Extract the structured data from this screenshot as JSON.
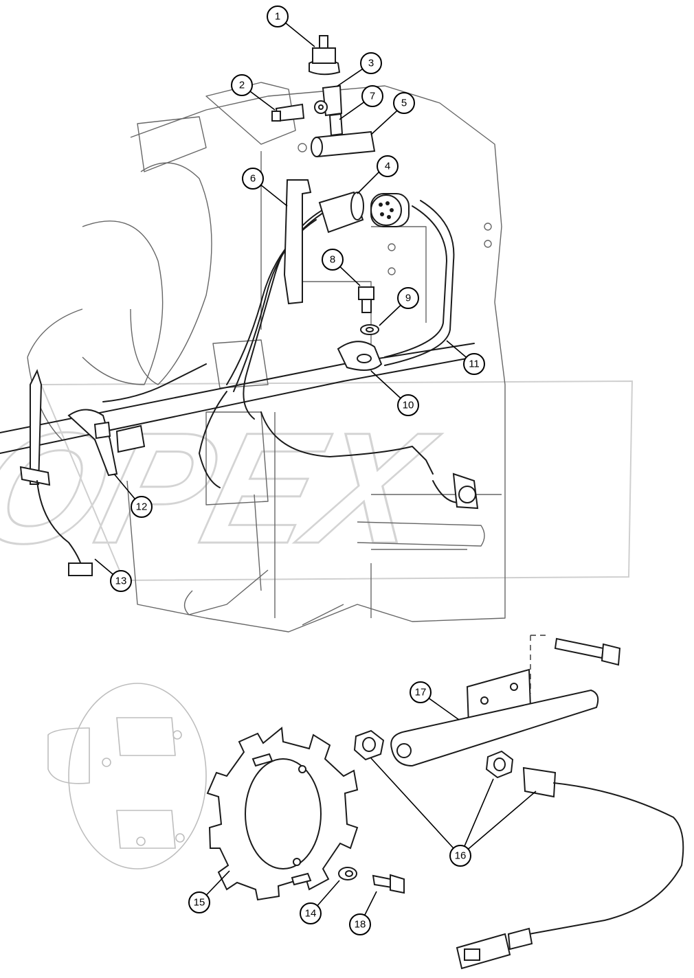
{
  "watermark": {
    "text": "OPEX"
  },
  "callouts": [
    {
      "id": "c1",
      "label": "1"
    },
    {
      "id": "c2",
      "label": "2"
    },
    {
      "id": "c3",
      "label": "3"
    },
    {
      "id": "c4",
      "label": "4"
    },
    {
      "id": "c5",
      "label": "5"
    },
    {
      "id": "c6",
      "label": "6"
    },
    {
      "id": "c7",
      "label": "7"
    },
    {
      "id": "c8",
      "label": "8"
    },
    {
      "id": "c9",
      "label": "9"
    },
    {
      "id": "c10",
      "label": "10"
    },
    {
      "id": "c11",
      "label": "11"
    },
    {
      "id": "c12",
      "label": "12"
    },
    {
      "id": "c13",
      "label": "13"
    },
    {
      "id": "c14",
      "label": "14"
    },
    {
      "id": "c15",
      "label": "15"
    },
    {
      "id": "c16",
      "label": "16"
    },
    {
      "id": "c17",
      "label": "17"
    },
    {
      "id": "c18",
      "label": "18"
    }
  ]
}
